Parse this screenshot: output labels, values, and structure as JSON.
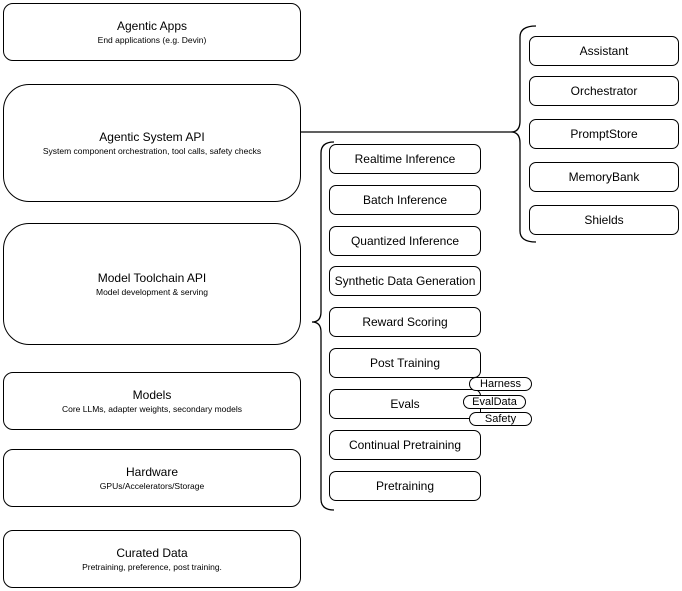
{
  "diagram": {
    "stack": {
      "items": [
        {
          "title": "Agentic Apps",
          "subtitle": "End applications (e.g. Devin)"
        },
        {
          "title": "Agentic System API",
          "subtitle": "System component orchestration, tool calls, safety checks"
        },
        {
          "title": "Model Toolchain API",
          "subtitle": "Model development & serving"
        },
        {
          "title": "Models",
          "subtitle": "Core LLMs, adapter weights, secondary models"
        },
        {
          "title": "Hardware",
          "subtitle": "GPUs/Accelerators/Storage"
        },
        {
          "title": "Curated Data",
          "subtitle": "Pretraining, preference, post training."
        }
      ]
    },
    "toolchain_components": {
      "items": [
        {
          "label": "Realtime Inference"
        },
        {
          "label": "Batch Inference"
        },
        {
          "label": "Quantized Inference"
        },
        {
          "label": "Synthetic Data Generation"
        },
        {
          "label": "Reward Scoring"
        },
        {
          "label": "Post Training"
        },
        {
          "label": "Evals"
        },
        {
          "label": "Continual Pretraining"
        },
        {
          "label": "Pretraining"
        }
      ]
    },
    "system_components": {
      "items": [
        {
          "label": "Assistant"
        },
        {
          "label": "Orchestrator"
        },
        {
          "label": "PromptStore"
        },
        {
          "label": "MemoryBank"
        },
        {
          "label": "Shields"
        }
      ]
    },
    "eval_tags": {
      "items": [
        {
          "label": "Harness"
        },
        {
          "label": "EvalData"
        },
        {
          "label": "Safety"
        }
      ]
    },
    "colors": {
      "stroke": "#000000",
      "fill": "#ffffff",
      "text": "#000000",
      "background": "#ffffff"
    }
  }
}
